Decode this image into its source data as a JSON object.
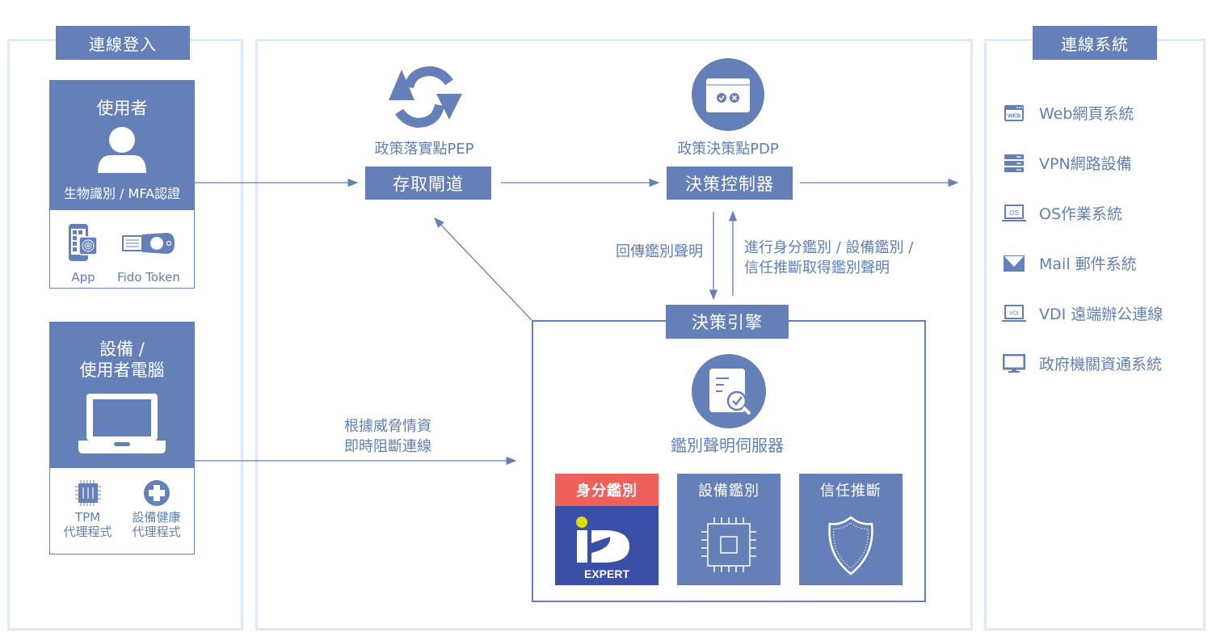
{
  "left_panel": {
    "title": "連線登入",
    "user_card": {
      "title": "使用者",
      "subtitle": "生物識別 / MFA認證",
      "items": [
        {
          "icon": "phone-fingerprint-icon",
          "label": "App"
        },
        {
          "icon": "usb-key-icon",
          "label": "Fido Token"
        }
      ]
    },
    "device_card": {
      "title_line1": "設備 /",
      "title_line2": "使用者電腦",
      "items": [
        {
          "icon": "chip-icon",
          "label_line1": "TPM",
          "label_line2": "代理程式"
        },
        {
          "icon": "plus-circle-icon",
          "label_line1": "設備健康",
          "label_line2": "代理程式"
        }
      ]
    }
  },
  "center": {
    "pep": {
      "caption": "政策落實點PEP",
      "box": "存取閘道",
      "icon": "sync-arrows-icon"
    },
    "pdp": {
      "caption": "政策決策點PDP",
      "box": "決策控制器",
      "icon": "window-check-icon"
    },
    "return_label": "回傳鑑別聲明",
    "request_label_line1": "進行身分鑑別 / 設備鑑別 /",
    "request_label_line2": "信任推斷取得鑑別聲明",
    "threat_label_line1": "根據威脅情資",
    "threat_label_line2": "即時阻斷連線",
    "engine": {
      "title": "決策引擎",
      "server_label": "鑑別聲明伺服器",
      "tiles": [
        {
          "title": "身分鑑別",
          "logo_text": "EXPERT",
          "color": "#f0605a"
        },
        {
          "title": "設備鑑別"
        },
        {
          "title": "信任推斷"
        }
      ]
    }
  },
  "right_panel": {
    "title": "連線系統",
    "items": [
      {
        "icon": "web-icon",
        "label": "Web網頁系統"
      },
      {
        "icon": "server-icon",
        "label": "VPN網路設備"
      },
      {
        "icon": "os-laptop-icon",
        "label": "OS作業系統"
      },
      {
        "icon": "mail-icon",
        "label": "Mail 郵件系統"
      },
      {
        "icon": "vdi-laptop-icon",
        "label": "VDI 遠端辦公連線"
      },
      {
        "icon": "monitor-icon",
        "label": "政府機關資通系統"
      }
    ]
  },
  "colors": {
    "primary": "#6580b8",
    "panel_border": "#deeaf6",
    "accent_red": "#f0605a",
    "logo_blue": "#3a4fa8",
    "logo_dot": "#d7e000"
  }
}
